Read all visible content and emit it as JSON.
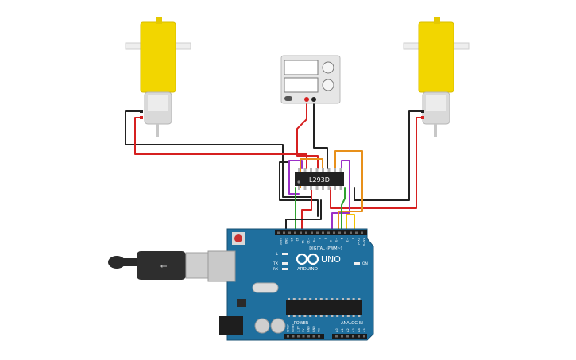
{
  "ic": {
    "label": "L293D"
  },
  "arduino": {
    "logo_text": "ARDUINO",
    "model": "UNO",
    "digital_label": "DIGITAL (PWM~)",
    "power_label": "POWER",
    "analog_label": "ANALOG IN",
    "l_label": "L",
    "tx_label": "TX",
    "rx_label": "RX",
    "on_label": "ON",
    "digital_pins": [
      "AREF",
      "GND",
      "13",
      "12",
      "~11",
      "~10",
      "~9",
      "8",
      "7",
      "~6",
      "~5",
      "4",
      "~3",
      "2",
      "TX→1",
      "RX←0"
    ],
    "power_pins": [
      "IOREF",
      "RESET",
      "3.3V",
      "5V",
      "GND",
      "GND",
      "Vin"
    ],
    "analog_pins": [
      "A0",
      "A1",
      "A2",
      "A3",
      "A4",
      "A5"
    ]
  },
  "colors": {
    "motor_yellow": "#f2d600",
    "board_blue": "#1f6f9e",
    "wire_red": "#d62020",
    "wire_black": "#222222",
    "wire_green": "#2fa12f",
    "wire_purple": "#9b30c8",
    "wire_orange": "#e8901a",
    "wire_yellow": "#f2c200"
  }
}
